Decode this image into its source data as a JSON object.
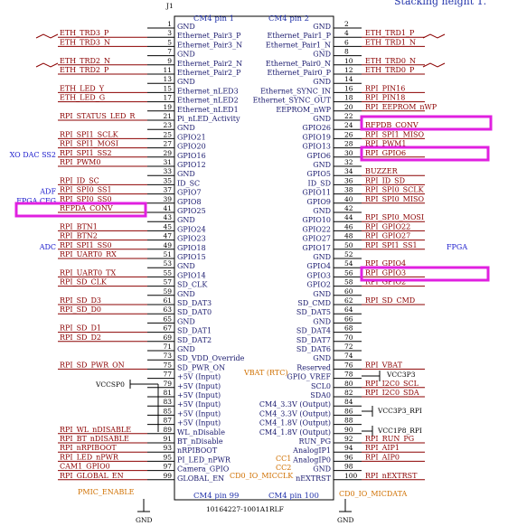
{
  "title_partial": "Stacking height 1.",
  "ref": "J1",
  "part": "10164227-1001A1RLF",
  "header": {
    "left": "CM4 pin 1",
    "right": "CM4 pin 2"
  },
  "footer": {
    "left": "CM4 pin 99",
    "right": "CM4 pin 100"
  },
  "vbat_label": "VBAT (RTC)",
  "cc0_left": "CD0_IO_MICCLK",
  "cc0_right": "CD0_IO_MICDATA",
  "pmic_label": "PMIC_ENABLE",
  "cc1": "CC1",
  "cc2": "CC2",
  "gnd": "GND",
  "left_pins": [
    {
      "n": "1",
      "name": "GND",
      "net": ""
    },
    {
      "n": "3",
      "name": "Ethernet_Pair3_P",
      "net": "ETH_TRD3_P"
    },
    {
      "n": "5",
      "name": "Ethernet_Pair3_N",
      "net": "ETH_TRD3_N"
    },
    {
      "n": "7",
      "name": "GND",
      "net": ""
    },
    {
      "n": "9",
      "name": "Ethernet_Pair2_N",
      "net": "ETH_TRD2_N"
    },
    {
      "n": "11",
      "name": "Ethernet_Pair2_P",
      "net": "ETH_TRD2_P"
    },
    {
      "n": "13",
      "name": "GND",
      "net": ""
    },
    {
      "n": "15",
      "name": "Ethernet_nLED3",
      "net": "ETH_LED_Y"
    },
    {
      "n": "17",
      "name": "Ethernet_nLED2",
      "net": "ETH_LED_G"
    },
    {
      "n": "19",
      "name": "Ethernet_nLED1",
      "net": ""
    },
    {
      "n": "21",
      "name": "Pi_nLED_Activity",
      "net": "RPI_STATUS_LED_R"
    },
    {
      "n": "23",
      "name": "GND",
      "net": ""
    },
    {
      "n": "25",
      "name": "GPIO21",
      "net": "RPI_SPI1_SCLK"
    },
    {
      "n": "27",
      "name": "GPIO20",
      "net": "RPI_SPI1_MOSI"
    },
    {
      "n": "29",
      "name": "GPIO16",
      "net": "RPI_SPI1_SS2"
    },
    {
      "n": "31",
      "name": "GPIO12",
      "net": "RPI_PWM0"
    },
    {
      "n": "33",
      "name": "GND",
      "net": ""
    },
    {
      "n": "35",
      "name": "ID_SC",
      "net": "RPI_ID_SC"
    },
    {
      "n": "37",
      "name": "GPIO7",
      "net": "RPI_SPI0_SS1"
    },
    {
      "n": "39",
      "name": "GPIO8",
      "net": "RPI_SPI0_SS0"
    },
    {
      "n": "41",
      "name": "GPIO25",
      "net": "RFPDA_CONV"
    },
    {
      "n": "43",
      "name": "GND",
      "net": ""
    },
    {
      "n": "45",
      "name": "GPIO24",
      "net": "RPI_BTN1"
    },
    {
      "n": "47",
      "name": "GPIO23",
      "net": "RPI_BTN2"
    },
    {
      "n": "49",
      "name": "GPIO18",
      "net": "RPI_SPI1_SS0"
    },
    {
      "n": "51",
      "name": "GPIO15",
      "net": "RPI_UART0_RX"
    },
    {
      "n": "53",
      "name": "GND",
      "net": ""
    },
    {
      "n": "55",
      "name": "GPIO14",
      "net": "RPI_UART0_TX"
    },
    {
      "n": "57",
      "name": "SD_CLK",
      "net": "RPI_SD_CLK"
    },
    {
      "n": "59",
      "name": "GND",
      "net": ""
    },
    {
      "n": "61",
      "name": "SD_DAT3",
      "net": "RPI_SD_D3"
    },
    {
      "n": "63",
      "name": "SD_DAT0",
      "net": "RPI_SD_D0"
    },
    {
      "n": "65",
      "name": "GND",
      "net": ""
    },
    {
      "n": "67",
      "name": "SD_DAT1",
      "net": "RPI_SD_D1"
    },
    {
      "n": "69",
      "name": "SD_DAT2",
      "net": "RPI_SD_D2"
    },
    {
      "n": "71",
      "name": "GND",
      "net": ""
    },
    {
      "n": "73",
      "name": "SD_VDD_Override",
      "net": ""
    },
    {
      "n": "75",
      "name": "SD_PWR_ON",
      "net": "RPI_SD_PWR_ON"
    },
    {
      "n": "77",
      "name": "+5V (Input)",
      "net": ""
    },
    {
      "n": "79",
      "name": "+5V (Input)",
      "net": ""
    },
    {
      "n": "81",
      "name": "+5V (Input)",
      "net": ""
    },
    {
      "n": "83",
      "name": "+5V (Input)",
      "net": ""
    },
    {
      "n": "85",
      "name": "+5V (Input)",
      "net": ""
    },
    {
      "n": "87",
      "name": "+5V (Input)",
      "net": ""
    },
    {
      "n": "89",
      "name": "WL_nDisable",
      "net": "RPI_WL_nDISABLE"
    },
    {
      "n": "91",
      "name": "BT_nDisable",
      "net": "RPI_BT_nDISABLE"
    },
    {
      "n": "93",
      "name": "nRPIBOOT",
      "net": "RPI_nRPIBOOT"
    },
    {
      "n": "95",
      "name": "PI_LED_nPWR",
      "net": "RPI_LED_nPWR"
    },
    {
      "n": "97",
      "name": "Camera_GPIO",
      "net": "CAM1_GPIO0"
    },
    {
      "n": "99",
      "name": "GLOBAL_EN",
      "net": "RPI_GLOBAL_EN"
    }
  ],
  "right_pins": [
    {
      "n": "2",
      "name": "GND",
      "net": ""
    },
    {
      "n": "4",
      "name": "Ethernet_Pair1_P",
      "net": "ETH_TRD1_P"
    },
    {
      "n": "6",
      "name": "Ethernet_Pair1_N",
      "net": "ETH_TRD1_N"
    },
    {
      "n": "8",
      "name": "GND",
      "net": ""
    },
    {
      "n": "10",
      "name": "Ethernet_Pair0_N",
      "net": "ETH_TRD0_N"
    },
    {
      "n": "12",
      "name": "Ethernet_Pair0_P",
      "net": "ETH_TRD0_P"
    },
    {
      "n": "14",
      "name": "GND",
      "net": ""
    },
    {
      "n": "16",
      "name": "Ethernet_SYNC_IN",
      "net": "RPI_PIN16"
    },
    {
      "n": "18",
      "name": "Ethernet_SYNC_OUT",
      "net": "RPI_PIN18"
    },
    {
      "n": "20",
      "name": "EEPROM_nWP",
      "net": "RPI_EEPROM_nWP"
    },
    {
      "n": "22",
      "name": "GND",
      "net": ""
    },
    {
      "n": "24",
      "name": "GPIO26",
      "net": "RFPDB_CONV"
    },
    {
      "n": "26",
      "name": "GPIO19",
      "net": "RPI_SPI1_MISO"
    },
    {
      "n": "28",
      "name": "GPIO13",
      "net": "RPI_PWM1"
    },
    {
      "n": "30",
      "name": "GPIO6",
      "net": "RPI_GPIO6"
    },
    {
      "n": "32",
      "name": "GND",
      "net": ""
    },
    {
      "n": "34",
      "name": "GPIO5",
      "net": "BUZZER"
    },
    {
      "n": "36",
      "name": "ID_SD",
      "net": "RPI_ID_SD"
    },
    {
      "n": "38",
      "name": "GPIO11",
      "net": "RPI_SPI0_SCLK"
    },
    {
      "n": "40",
      "name": "GPIO9",
      "net": "RPI_SPI0_MISO"
    },
    {
      "n": "42",
      "name": "GND",
      "net": ""
    },
    {
      "n": "44",
      "name": "GPIO10",
      "net": "RPI_SPI0_MOSI"
    },
    {
      "n": "46",
      "name": "GPIO22",
      "net": "RPI_GPIO22"
    },
    {
      "n": "48",
      "name": "GPIO27",
      "net": "RPI_GPIO27"
    },
    {
      "n": "50",
      "name": "GPIO17",
      "net": "RPI_SPI1_SS1"
    },
    {
      "n": "52",
      "name": "GND",
      "net": ""
    },
    {
      "n": "54",
      "name": "GPIO4",
      "net": "RPI_GPIO4"
    },
    {
      "n": "56",
      "name": "GPIO3",
      "net": "RPI_GPIO3"
    },
    {
      "n": "58",
      "name": "GPIO2",
      "net": "RPI_GPIO2"
    },
    {
      "n": "60",
      "name": "GND",
      "net": ""
    },
    {
      "n": "62",
      "name": "SD_CMD",
      "net": "RPI_SD_CMD"
    },
    {
      "n": "64",
      "name": "SD_DAT5",
      "net": ""
    },
    {
      "n": "66",
      "name": "GND",
      "net": ""
    },
    {
      "n": "68",
      "name": "SD_DAT4",
      "net": ""
    },
    {
      "n": "70",
      "name": "SD_DAT7",
      "net": ""
    },
    {
      "n": "72",
      "name": "SD_DAT6",
      "net": ""
    },
    {
      "n": "74",
      "name": "GND",
      "net": ""
    },
    {
      "n": "76",
      "name": "Reserved",
      "net": "RPI_VBAT"
    },
    {
      "n": "78",
      "name": "GPIO_VREF",
      "net": ""
    },
    {
      "n": "80",
      "name": "SCL0",
      "net": "RPI_I2C0_SCL"
    },
    {
      "n": "82",
      "name": "SDA0",
      "net": "RPI_I2C0_SDA"
    },
    {
      "n": "84",
      "name": "CM4_3.3V (Output)",
      "net": ""
    },
    {
      "n": "86",
      "name": "CM4_3.3V (Output)",
      "net": ""
    },
    {
      "n": "88",
      "name": "CM4_1.8V (Output)",
      "net": ""
    },
    {
      "n": "90",
      "name": "CM4_1.8V (Output)",
      "net": ""
    },
    {
      "n": "92",
      "name": "RUN_PG",
      "net": "RPI_RUN_PG"
    },
    {
      "n": "94",
      "name": "AnalogIP1",
      "net": "RPI_AIP1"
    },
    {
      "n": "96",
      "name": "AnalogIP0",
      "net": "RPI_AIP0"
    },
    {
      "n": "98",
      "name": "GND",
      "net": ""
    },
    {
      "n": "100",
      "name": "nEXTRST",
      "net": "RPI_nEXTRST"
    }
  ],
  "ext_left": [
    {
      "row": 14,
      "text": "XO DAC SS2"
    },
    {
      "row": 18,
      "text": "ADF"
    },
    {
      "row": 19,
      "text": "FPGA CFG"
    },
    {
      "row": 24,
      "text": "ADC"
    }
  ],
  "ext_right": [
    {
      "row": 24,
      "text": "FPGA"
    }
  ],
  "power_labels": {
    "vccsp0": "VCCSP0",
    "vcc3p3": "VCC3P3",
    "vcc3p3_rpi": "VCC3P3_RPI",
    "vcc1p8_rpi": "VCC1P8_RPI"
  },
  "highlights": [
    "RFPDB_CONV",
    "RPI_GPIO6",
    "RFPDA_CONV",
    "RPI_GPIO3"
  ]
}
